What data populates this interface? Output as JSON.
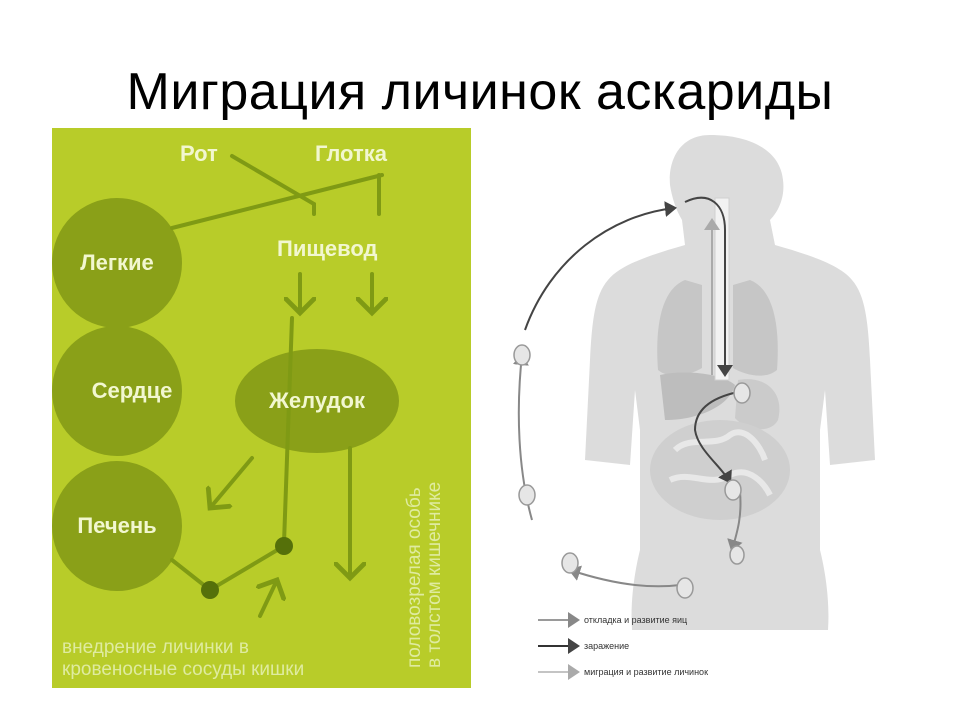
{
  "title": "Миграция личинок аскариды",
  "scheme": {
    "panel_color": "#b8cc29",
    "organ_color": "#8aa018",
    "line_color": "#7f9a14",
    "text_color": "#f2f7d0",
    "dot_color": "#55700a",
    "labels": {
      "mouth": "Рот",
      "pharynx": "Глотка",
      "esophagus": "Пищевод",
      "lungs": "Легкие",
      "heart": "Сердце",
      "liver": "Печень",
      "stomach": "Желудок",
      "intestine_line1": "половозрелая особь",
      "intestine_line2": "в толстом кишечнике",
      "caption_line1": "внедрение личинки в",
      "caption_line2": "кровеносные сосуды кишки"
    }
  },
  "legend": {
    "items": [
      {
        "label": "откладка и развитие яиц",
        "color": "#9a9a9a"
      },
      {
        "label": "заражение",
        "color": "#333333"
      },
      {
        "label": "миграция и развитие личинок",
        "color": "#c4c4c4"
      }
    ]
  }
}
